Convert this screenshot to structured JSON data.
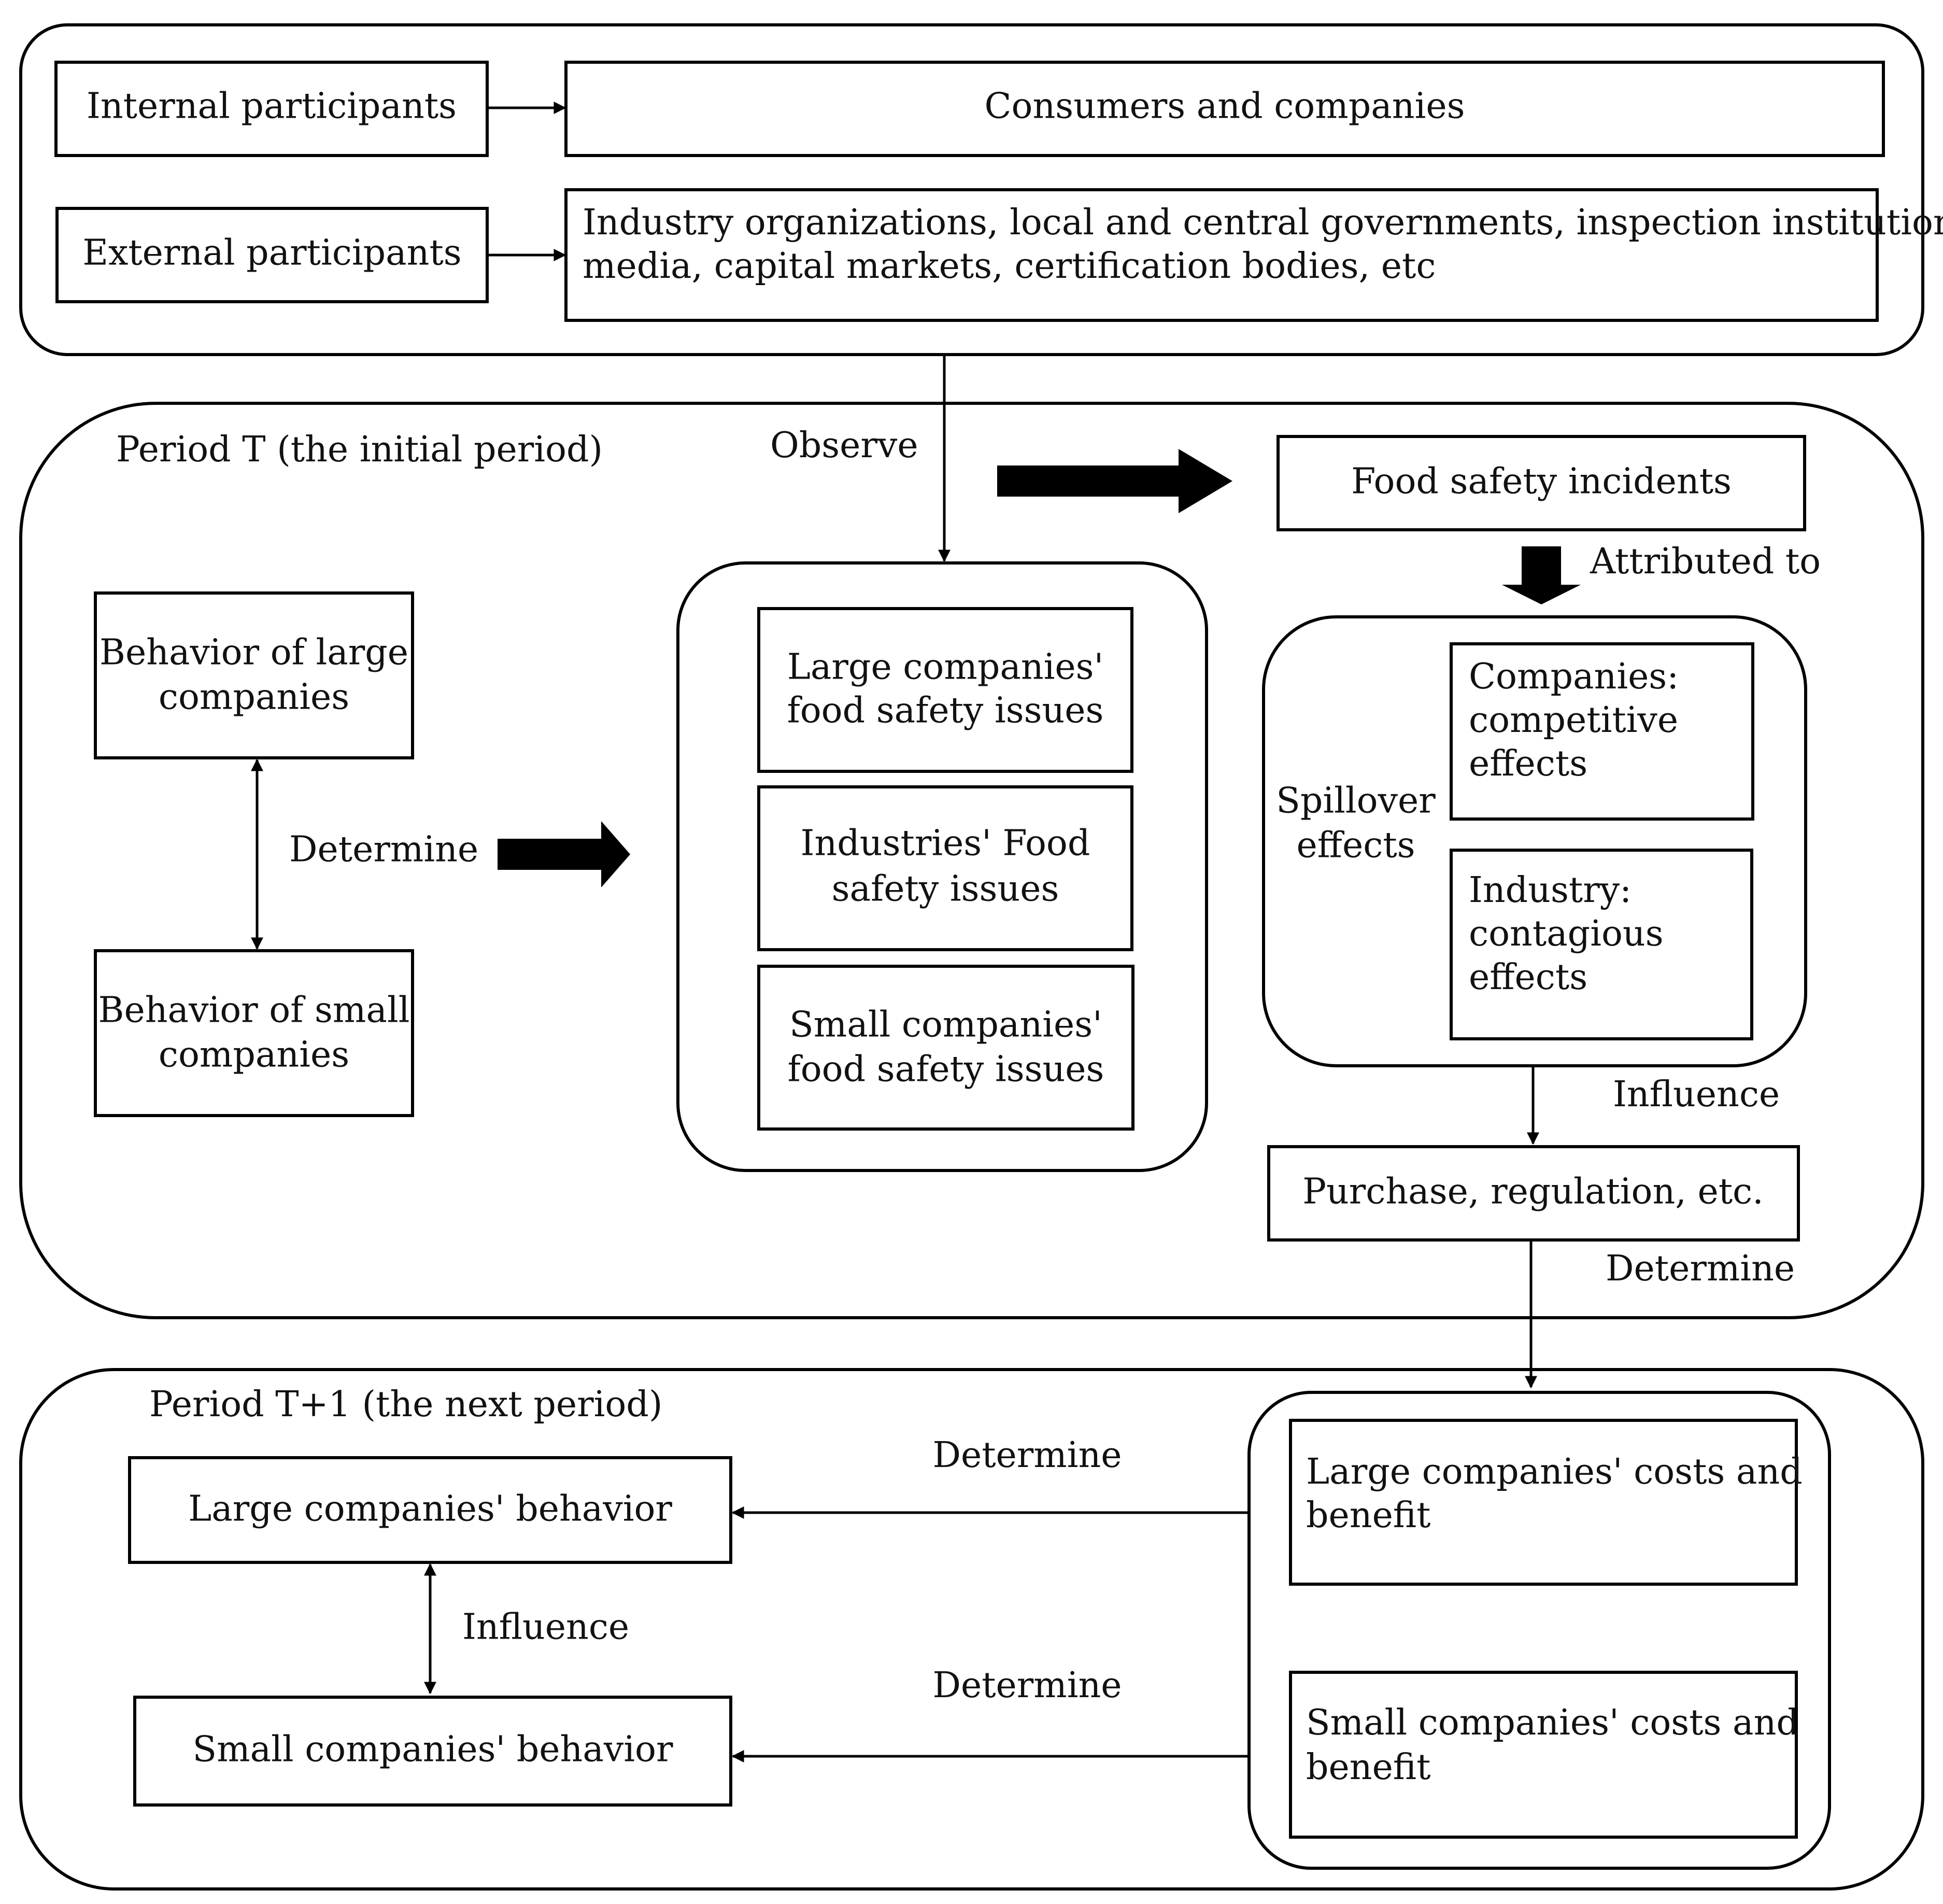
{
  "participants": {
    "internal_label": "Internal participants",
    "internal_value": "Consumers and companies",
    "external_label": "External participants",
    "external_value_line1": "Industry organizations, local and central governments, inspection institutions,",
    "external_value_line2": "media, capital markets, certification  bodies, etc"
  },
  "period_t": {
    "title": "Period T (the initial period)",
    "observe": "Observe",
    "food_safety_incidents": "Food safety incidents",
    "attributed_to": "Attributed to",
    "behavior_large_line1": "Behavior of large",
    "behavior_large_line2": "companies",
    "determine": "Determine",
    "behavior_small_line1": "Behavior of small",
    "behavior_small_line2": "companies",
    "issues_large_line1": "Large companies'",
    "issues_large_line2": "food safety issues",
    "issues_industry_line1": "Industries' Food",
    "issues_industry_line2": "safety issues",
    "issues_small_line1": "Small companies'",
    "issues_small_line2": "food safety issues",
    "spillover_line1": "Spillover",
    "spillover_line2": "effects",
    "companies_effect_line1": "Companies:",
    "companies_effect_line2": "competitive",
    "companies_effect_line3": "effects",
    "industry_effect_line1": "Industry:",
    "industry_effect_line2": "contagious",
    "industry_effect_line3": "effects",
    "influence": "Influence",
    "purchase": "Purchase, regulation, etc.",
    "determine_down": "Determine"
  },
  "period_t1": {
    "title": "Period T+1 (the next period)",
    "large_behavior": "Large companies' behavior",
    "small_behavior": "Small companies' behavior",
    "influence": "Influence",
    "determine_top": "Determine",
    "determine_bottom": "Determine",
    "large_cost_line1": "Large companies' costs and",
    "large_cost_line2": "benefit",
    "small_cost_line1": "Small companies' costs and",
    "small_cost_line2": "benefit"
  }
}
